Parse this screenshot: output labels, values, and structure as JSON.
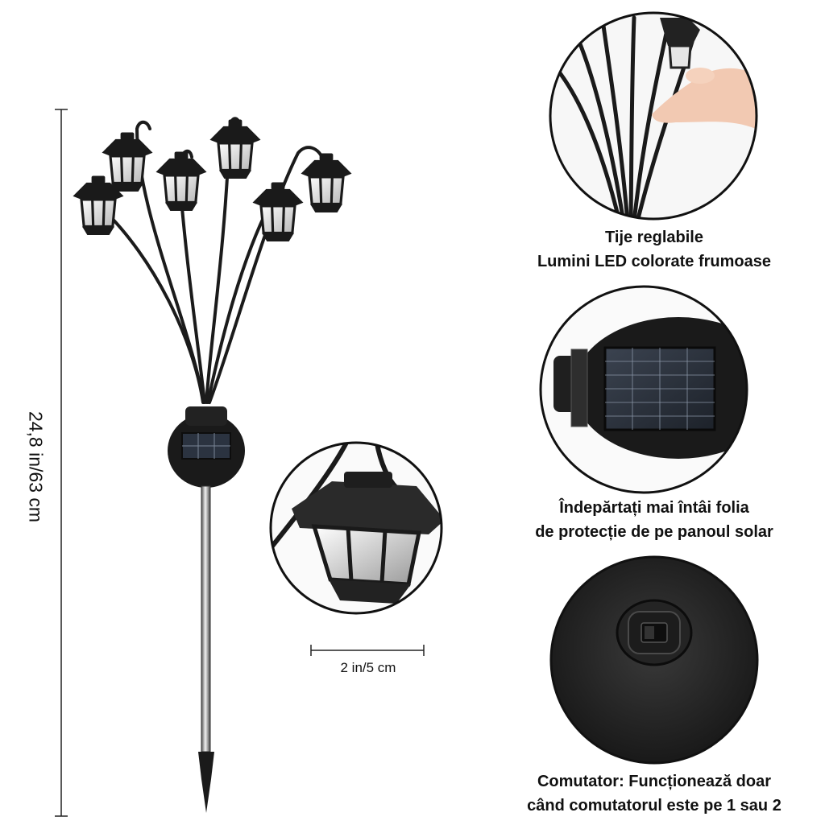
{
  "dimensions": {
    "height_label": "24,8 in/63 cm",
    "width_label": "2 in/5 cm"
  },
  "features": [
    {
      "line1": "Tije reglabile",
      "line2": "Lumini LED colorate frumoase"
    },
    {
      "line1": "Îndepărtați mai întâi folia",
      "line2": "de protecție de pe panoul solar"
    },
    {
      "line1": "Comutator: Funcționează doar",
      "line2": "când comutatorul este pe 1 sau 2"
    }
  ]
}
